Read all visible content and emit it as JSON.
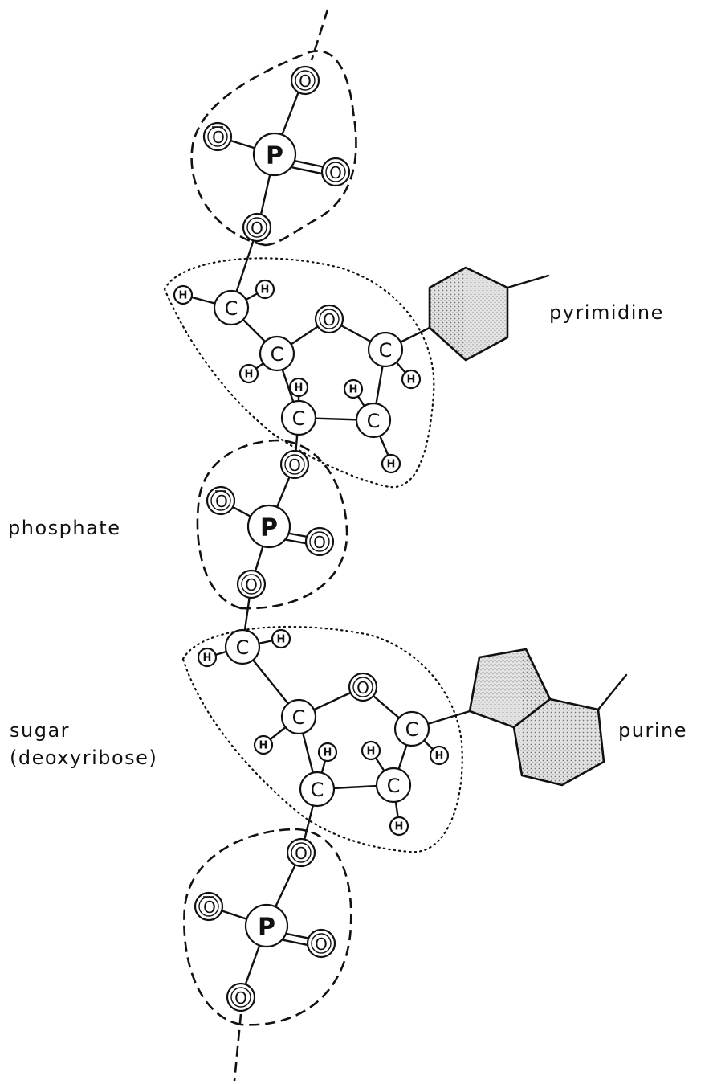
{
  "labels": {
    "pyrimidine": "pyrimidine",
    "purine": "purine",
    "phosphate": "phosphate",
    "sugar_line1": "sugar",
    "sugar_line2": "(deoxyribose)"
  },
  "atom_symbols": {
    "oxygen": "O",
    "oxygen_anion": "O",
    "phosphorus": "P",
    "carbon": "C",
    "hydrogen": "H"
  },
  "colors": {
    "line": "#111111",
    "base_fill": "#d6d6d6",
    "background": "#ffffff"
  }
}
